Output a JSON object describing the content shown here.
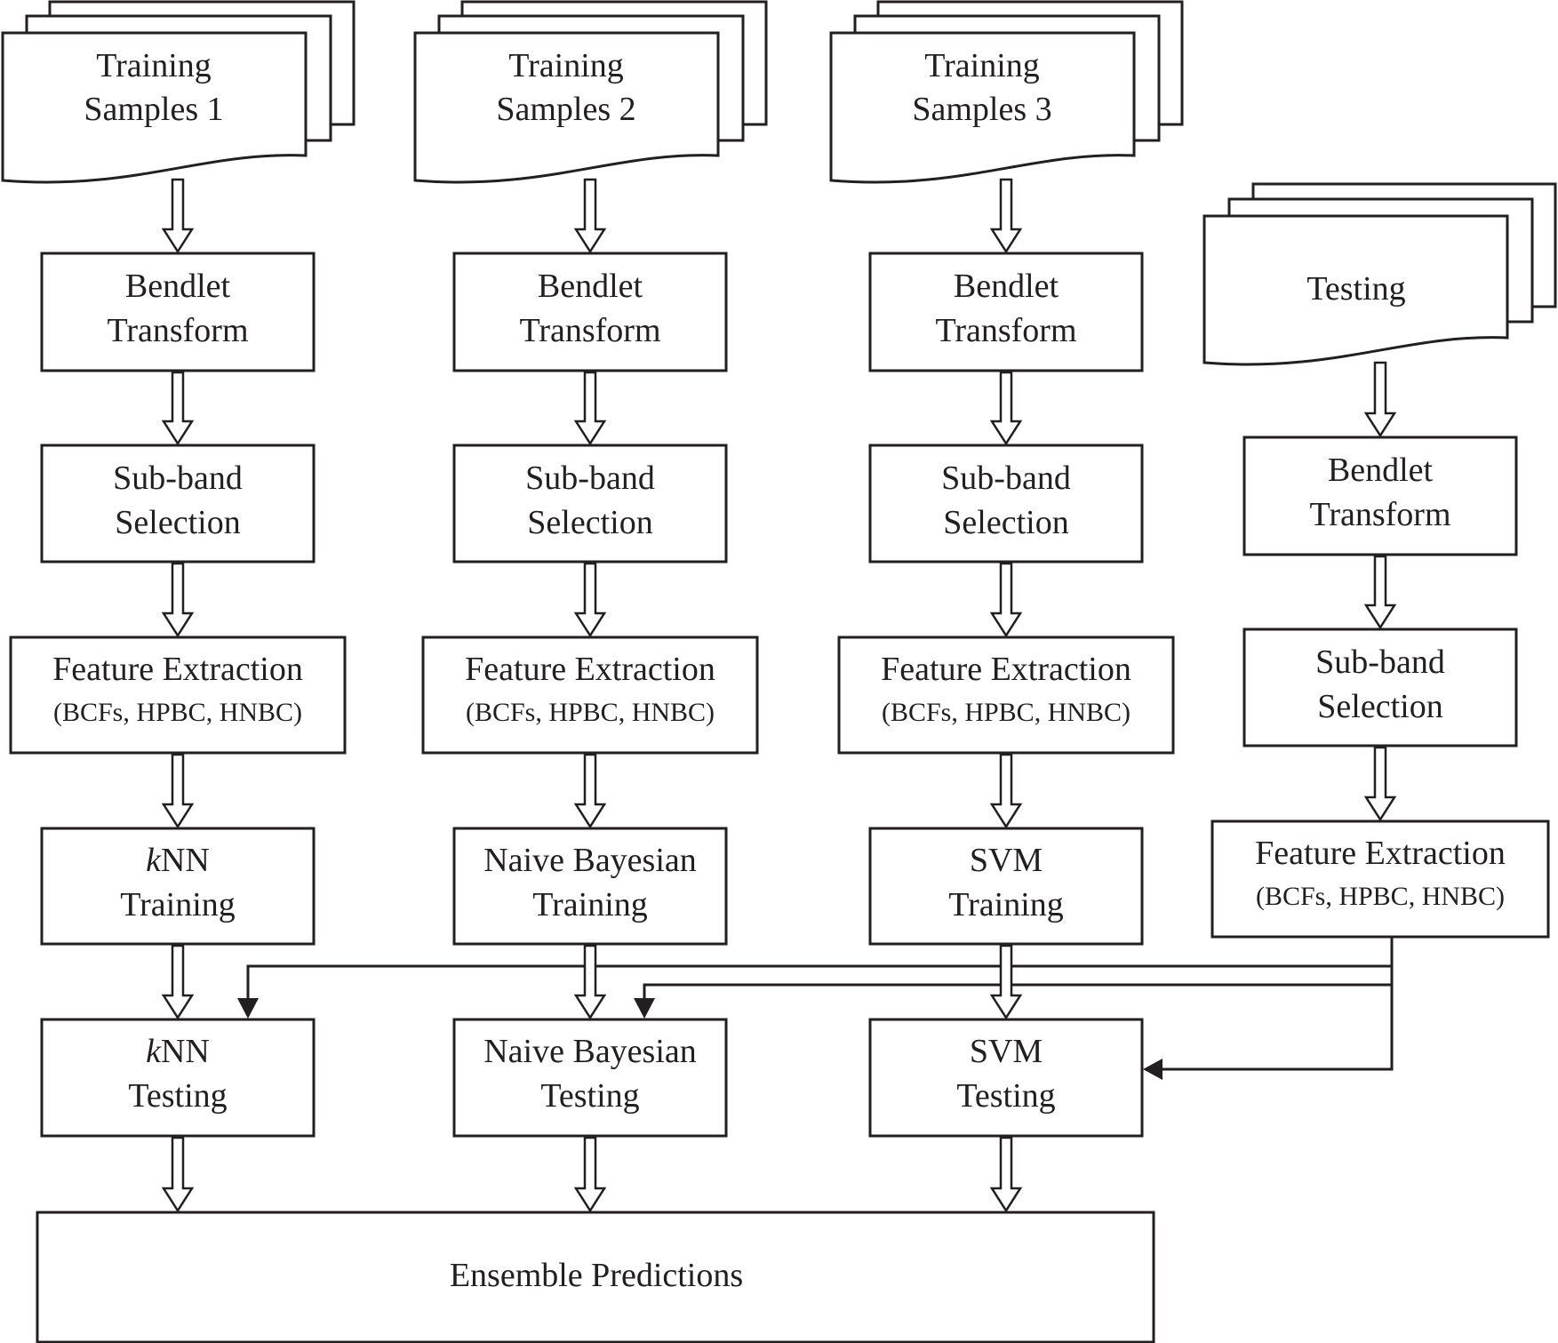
{
  "documents": [
    {
      "key": "train1",
      "line1": "Training",
      "line2": "Samples 1"
    },
    {
      "key": "train2",
      "line1": "Training",
      "line2": "Samples 2"
    },
    {
      "key": "train3",
      "line1": "Training",
      "line2": "Samples 3"
    },
    {
      "key": "test",
      "line1": "Testing",
      "line2": ""
    }
  ],
  "boxes": [
    {
      "key": "bendlet1",
      "line1": "Bendlet",
      "line2": "Transform"
    },
    {
      "key": "bendlet2",
      "line1": "Bendlet",
      "line2": "Transform"
    },
    {
      "key": "bendlet3",
      "line1": "Bendlet",
      "line2": "Transform"
    },
    {
      "key": "bendlet4",
      "line1": "Bendlet",
      "line2": "Transform"
    },
    {
      "key": "subband1",
      "line1": "Sub-band",
      "line2": "Selection"
    },
    {
      "key": "subband2",
      "line1": "Sub-band",
      "line2": "Selection"
    },
    {
      "key": "subband3",
      "line1": "Sub-band",
      "line2": "Selection"
    },
    {
      "key": "subband4",
      "line1": "Sub-band",
      "line2": "Selection"
    },
    {
      "key": "feature1",
      "line1": "Feature Extraction",
      "line2": "(BCFs, HPBC, HNBC)"
    },
    {
      "key": "feature2",
      "line1": "Feature Extraction",
      "line2": "(BCFs, HPBC, HNBC)"
    },
    {
      "key": "feature3",
      "line1": "Feature Extraction",
      "line2": "(BCFs, HPBC, HNBC)"
    },
    {
      "key": "feature4",
      "line1": "Feature Extraction",
      "line2": "(BCFs, HPBC, HNBC)"
    },
    {
      "key": "train_knn",
      "italic": "k",
      "line1": "NN",
      "line2": "Training"
    },
    {
      "key": "train_nb",
      "line1": "Naive Bayesian",
      "line2": "Training"
    },
    {
      "key": "train_svm",
      "line1": "SVM",
      "line2": "Training"
    },
    {
      "key": "test_knn",
      "italic": "k",
      "line1": "NN",
      "line2": "Testing"
    },
    {
      "key": "test_nb",
      "line1": "Naive Bayesian",
      "line2": "Testing"
    },
    {
      "key": "test_svm",
      "line1": "SVM",
      "line2": "Testing"
    },
    {
      "key": "ensemble",
      "line1": "Ensemble Predictions",
      "line2": ""
    }
  ],
  "flows": [
    [
      "train1",
      "bendlet1"
    ],
    [
      "bendlet1",
      "subband1"
    ],
    [
      "subband1",
      "feature1"
    ],
    [
      "feature1",
      "train_knn"
    ],
    [
      "train_knn",
      "test_knn"
    ],
    [
      "test_knn",
      "ensemble"
    ],
    [
      "train2",
      "bendlet2"
    ],
    [
      "bendlet2",
      "subband2"
    ],
    [
      "subband2",
      "feature2"
    ],
    [
      "feature2",
      "train_nb"
    ],
    [
      "train_nb",
      "test_nb"
    ],
    [
      "test_nb",
      "ensemble"
    ],
    [
      "train3",
      "bendlet3"
    ],
    [
      "bendlet3",
      "subband3"
    ],
    [
      "subband3",
      "feature3"
    ],
    [
      "feature3",
      "train_svm"
    ],
    [
      "train_svm",
      "test_svm"
    ],
    [
      "test_svm",
      "ensemble"
    ],
    [
      "test",
      "bendlet4"
    ],
    [
      "bendlet4",
      "subband4"
    ],
    [
      "subband4",
      "feature4"
    ]
  ],
  "connectors": [
    [
      "feature4",
      "test_knn"
    ],
    [
      "feature4",
      "test_nb"
    ],
    [
      "feature4",
      "test_svm"
    ]
  ]
}
